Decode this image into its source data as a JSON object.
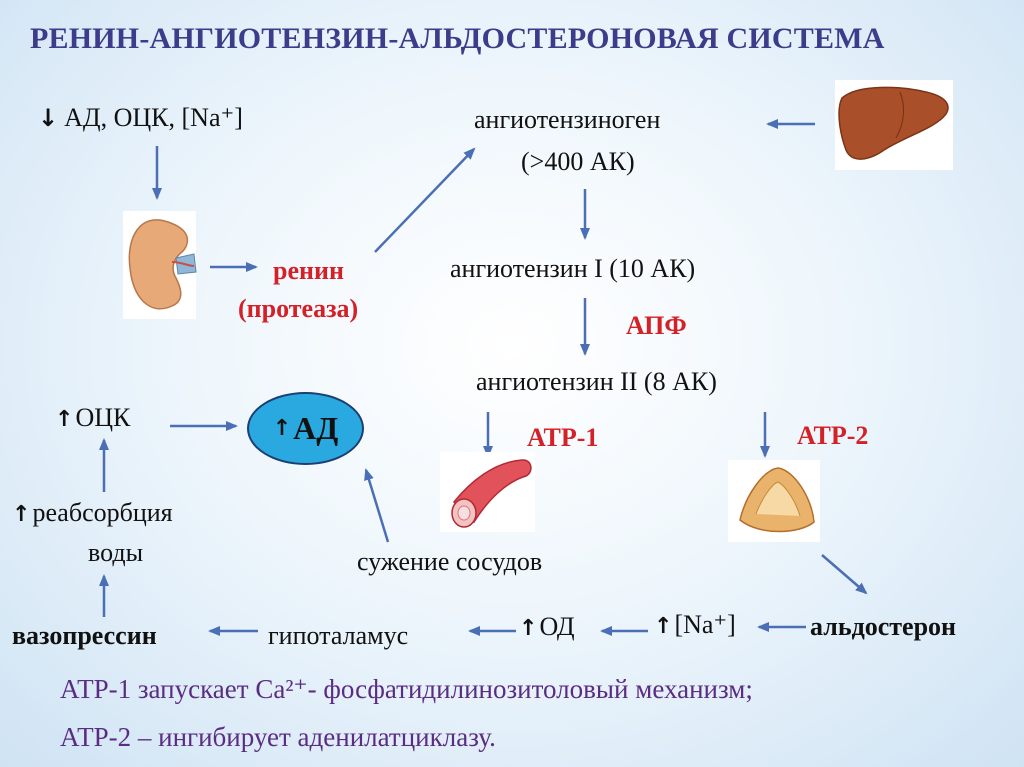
{
  "title": "РЕНИН-АНГИОТЕНЗИН-АЛЬДОСТЕРОНОВАЯ СИСТЕМА",
  "nodes": {
    "ad_ock_na": "АД, ОЦК, [Na⁺]",
    "angiotensinogen": "ангиотензиноген",
    "angiotensinogen_size": "(>400 АК)",
    "renin": "ренин",
    "protease": "(протеаза)",
    "angiotensin1": "ангиотензин I (10 АК)",
    "apf": "АПФ",
    "angiotensin2": "ангиотензин II (8 АК)",
    "atr1": "АТР-1",
    "atr2": "АТР-2",
    "ock": "ОЦК",
    "ad": "АД",
    "reabsorption": "реабсорбция",
    "water": "воды",
    "vasoconstriction": "сужение сосудов",
    "vasopressin": "вазопрессин",
    "hypothalamus": "гипоталамус",
    "od": "ОД",
    "na": "[Na⁺]",
    "aldosterone": "альдостерон"
  },
  "arrows": {
    "down": "↓",
    "up": "↑"
  },
  "notes": {
    "line1": "АТР-1 запускает Ca²⁺- фосфатидилинозитоловый механизм;",
    "line2": "АТР-2 – ингибирует аденилатциклазу."
  },
  "icons": [
    "kidney-icon",
    "liver-icon",
    "blood-vessel-icon",
    "adrenal-gland-icon"
  ],
  "colors": {
    "title": "#3c3c8a",
    "arrow": "#4a6fb5",
    "accent_red": "#d42027",
    "note_purple": "#5a2d82",
    "ellipse_fill": "#2aa9e0"
  }
}
